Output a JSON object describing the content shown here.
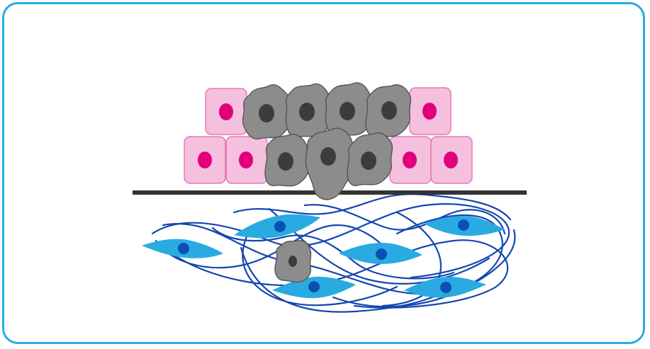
{
  "diagram": {
    "frame_color": "#29abe2",
    "colors": {
      "epithelial_fill": "#f5bfde",
      "epithelial_stroke": "#e066a8",
      "epithelial_nucleus": "#e0007a",
      "tumor_fill": "#8c8c8c",
      "tumor_stroke": "#555555",
      "tumor_nucleus": "#3c3c3c",
      "membrane": "#333333",
      "fibroblast_fill": "#29abe2",
      "fibroblast_nucleus": "#0b4fb5",
      "fiber": "#1346b0"
    },
    "elements": {
      "epithelial_cell": "epithelial-cell",
      "tumor_cell": "tumor-cell",
      "basement_membrane": "basement-membrane",
      "stromal_fibroblast": "fibroblast",
      "extracellular_matrix": "ecm-fibers",
      "invading_cell": "invading-tumor-cell"
    }
  }
}
